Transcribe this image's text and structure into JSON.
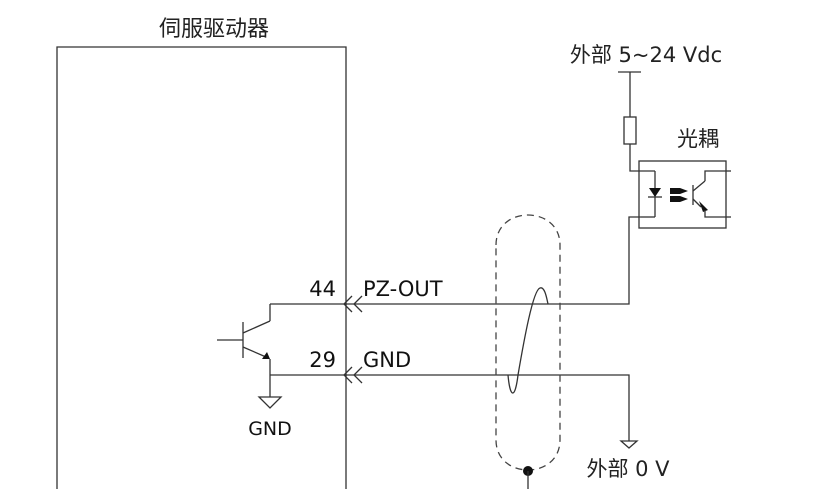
{
  "diagram": {
    "servo_drive": {
      "title": "伺服驱动器",
      "internal_ground_label": "GND"
    },
    "pins": [
      {
        "number": "44",
        "signal": "PZ-OUT"
      },
      {
        "number": "29",
        "signal": "GND"
      }
    ],
    "external_supply": {
      "label": "外部 5~24 Vdc"
    },
    "optocoupler": {
      "label": "光耦"
    },
    "external_ground": {
      "label": "外部 0 V"
    },
    "cable": {
      "type": "twisted-pair shielded"
    },
    "colors": {
      "line": "#333333",
      "text": "#111111",
      "background": "#ffffff"
    }
  }
}
